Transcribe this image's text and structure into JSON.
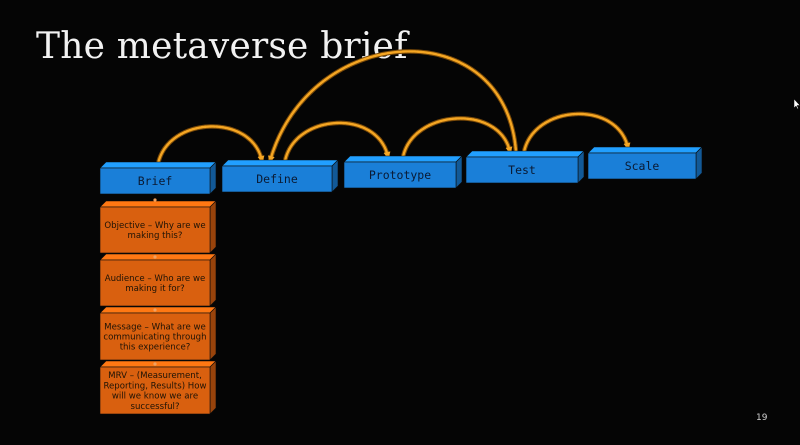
{
  "slide": {
    "title": "The metaverse brief",
    "page_number": "19"
  },
  "stages": [
    {
      "id": "brief",
      "label": "Brief"
    },
    {
      "id": "define",
      "label": "Define"
    },
    {
      "id": "prototype",
      "label": "Prototype"
    },
    {
      "id": "test",
      "label": "Test"
    },
    {
      "id": "scale",
      "label": "Scale"
    }
  ],
  "brief_cards": [
    {
      "lines": [
        "Objective – Why are we",
        "making this?"
      ]
    },
    {
      "lines": [
        "Audience – Who are we",
        "making it for?"
      ]
    },
    {
      "lines": [
        "Message – What are we",
        "communicating through",
        "this experience?"
      ]
    },
    {
      "lines": [
        "MRV – (Measurement,",
        "Reporting, Results) How",
        "will we know we are",
        "successful?"
      ]
    }
  ],
  "flows": [
    {
      "from": "brief",
      "to": "define"
    },
    {
      "from": "define",
      "to": "prototype"
    },
    {
      "from": "prototype",
      "to": "test"
    },
    {
      "from": "test",
      "to": "scale"
    },
    {
      "from": "test",
      "to": "define"
    }
  ],
  "colors": {
    "background": "#050505",
    "stage_fill": "#1a7fd8",
    "card_fill": "#d9600f",
    "arrow": "#f5a623"
  },
  "icons": {
    "cursor": "arrow-cursor-icon"
  }
}
